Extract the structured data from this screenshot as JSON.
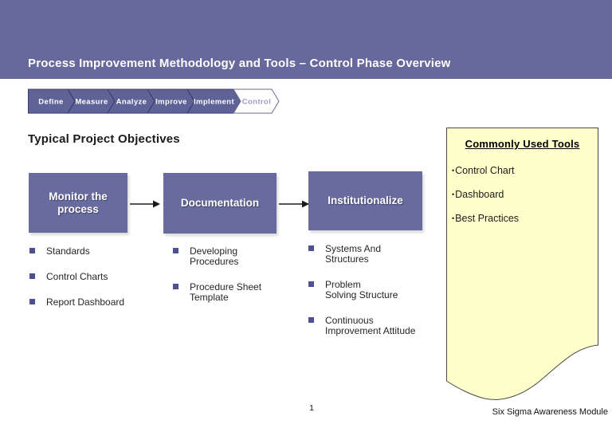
{
  "header": {
    "title": "Process Improvement Methodology and Tools – Control Phase Overview"
  },
  "process_flow": {
    "steps": [
      {
        "label": "Define"
      },
      {
        "label": "Measure"
      },
      {
        "label": "Analyze"
      },
      {
        "label": "Improve"
      },
      {
        "label": "Implement"
      },
      {
        "label": "Control",
        "highlighted": true
      }
    ]
  },
  "main": {
    "section_title": "Typical Project Objectives",
    "flow": [
      {
        "box_label": "Monitor the\nprocess",
        "bullets": [
          "Standards",
          "Control Charts",
          "Report Dashboard"
        ]
      },
      {
        "box_label": "Documentation",
        "bullets": [
          "Developing\nProcedures",
          "Procedure Sheet\nTemplate"
        ]
      },
      {
        "box_label": "Institutionalize",
        "bullets": [
          "Systems And\nStructures",
          "Problem\nSolving Structure",
          "Continuous\nImprovement Attitude"
        ]
      }
    ]
  },
  "tools_panel": {
    "title": "Commonly Used Tools",
    "items": [
      "Control Chart",
      "Dashboard",
      "Best Practices"
    ]
  },
  "footer": {
    "page_number": "1",
    "module_label": "Six Sigma Awareness Module"
  },
  "colors": {
    "header_band": "#67699c",
    "flow_box": "#686b9d",
    "chevron_fill": "#5e6296",
    "chevron_outline": "#383b6e",
    "chevron_active_fill": "#ffffff",
    "chevron_active_text": "#9b9ec7",
    "bullet_square": "#4d5193",
    "panel_background": "#ffffcc",
    "panel_border": "#4a4a4a"
  }
}
